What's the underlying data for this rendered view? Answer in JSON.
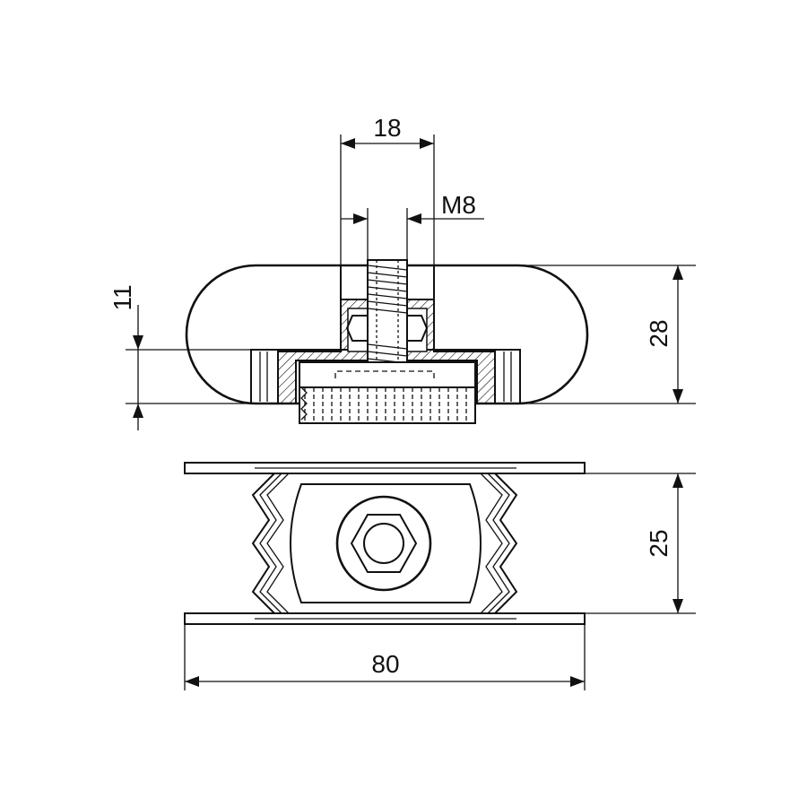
{
  "dimensions": {
    "nut_width": "18",
    "thread": "M8",
    "base_height": "11",
    "overall_height": "28",
    "depth": "25",
    "length": "80"
  },
  "colors": {
    "line": "#111111",
    "background": "#ffffff"
  }
}
